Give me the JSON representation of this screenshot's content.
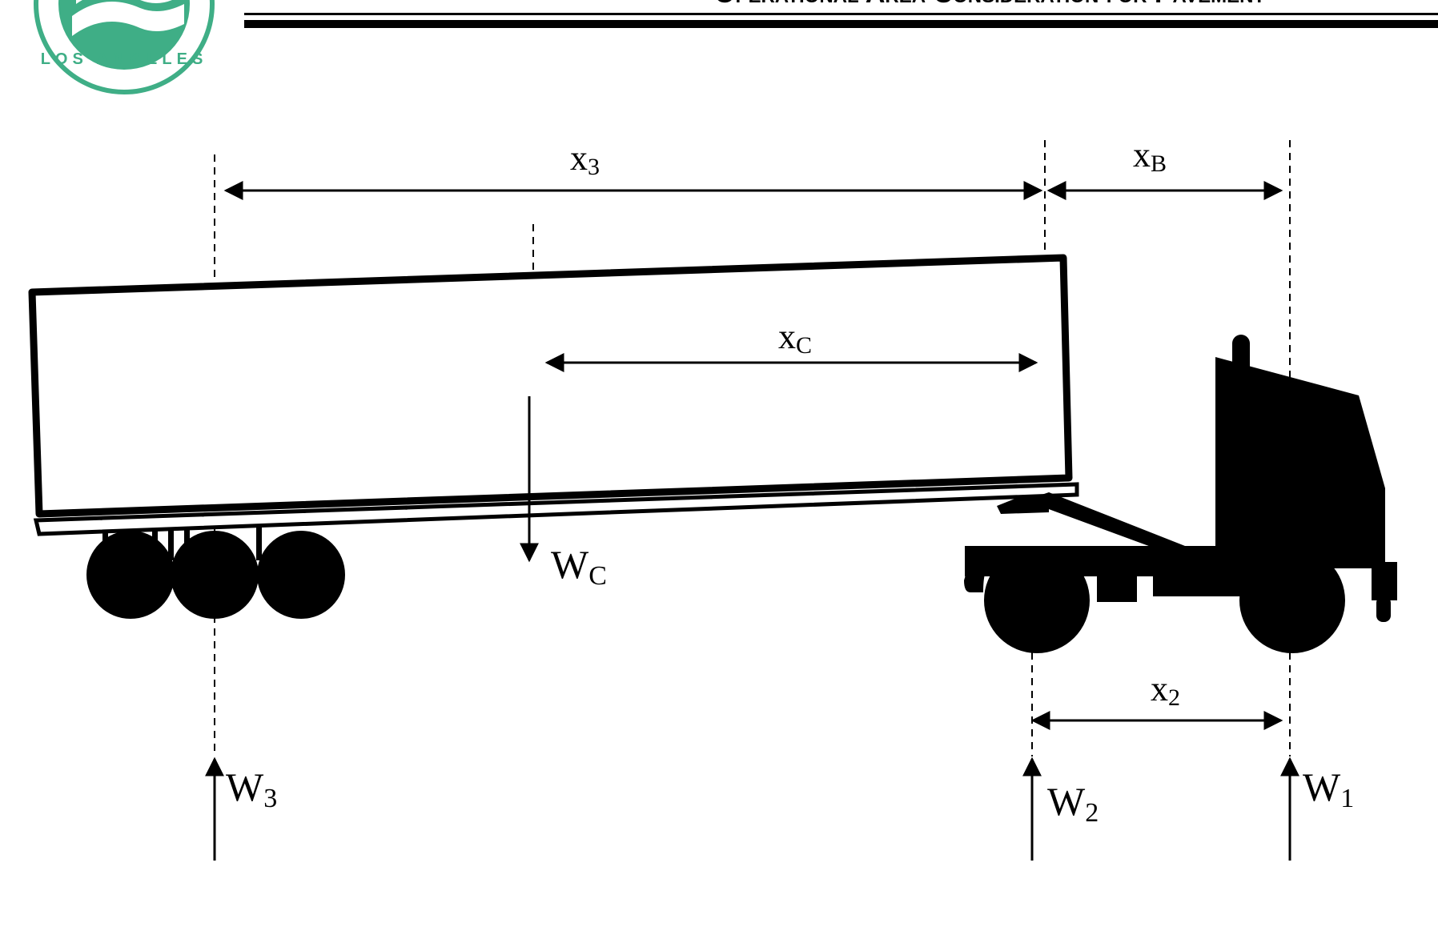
{
  "header": {
    "title": "Operational Area Consideration for Pavement",
    "logo_text": "LOS ANGELES",
    "logo_color": "#3fae86"
  },
  "diagram": {
    "labels": {
      "x3": {
        "main": "x",
        "sub": "3"
      },
      "xB": {
        "main": "x",
        "sub": "B"
      },
      "xC": {
        "main": "x",
        "sub": "C"
      },
      "x2": {
        "main": "x",
        "sub": "2"
      },
      "WC": {
        "main": "W",
        "sub": "C"
      },
      "W3": {
        "main": "W",
        "sub": "3"
      },
      "W2": {
        "main": "W",
        "sub": "2"
      },
      "W1": {
        "main": "W",
        "sub": "1"
      }
    },
    "line_color": "#000000"
  }
}
